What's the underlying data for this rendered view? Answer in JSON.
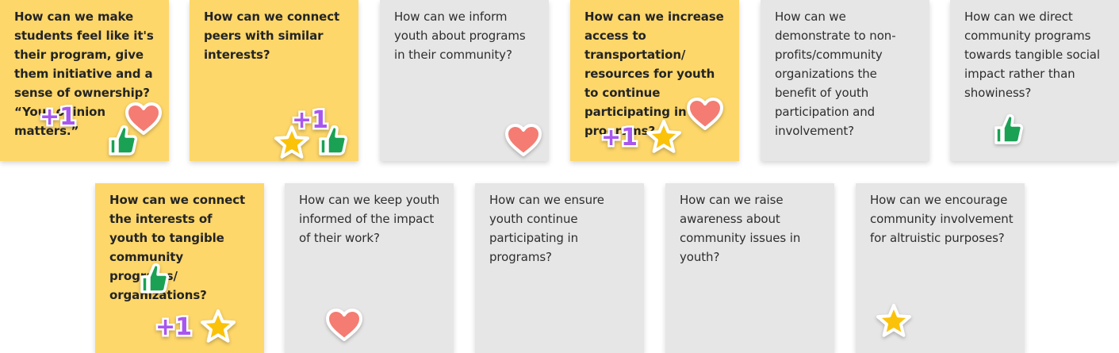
{
  "colors": {
    "yellow_note": "#fdd76a",
    "gray_note": "#e6e6e6",
    "heart": "#f47c72",
    "star": "#fbc20a",
    "thumbs": "#1aa154",
    "plus_one": "#a857ee"
  },
  "stickers": {
    "heart": "heart-icon",
    "star": "star-icon",
    "thumbs": "thumbs-up-icon",
    "plus_one": "plus-one-icon",
    "plus_one_label": "+1"
  },
  "notes": [
    {
      "id": "make-students-feel",
      "color": "yellow",
      "text": "How can we make students feel like it's their program, give them initiative and a sense of ownership? “Your opinion matters.”"
    },
    {
      "id": "connect-peers",
      "color": "yellow",
      "text": "How can we connect peers with similar interests?"
    },
    {
      "id": "inform-youth",
      "color": "gray",
      "text": "How can we inform youth about programs in their community?"
    },
    {
      "id": "increase-transportation",
      "color": "yellow",
      "text": "How can we increase access to transportation/ resources for youth to continue participating in programs?"
    },
    {
      "id": "demonstrate-benefit",
      "color": "gray",
      "text": "How can we demonstrate to non-profits/community organizations the benefit of youth participation and involvement?"
    },
    {
      "id": "direct-programs",
      "color": "gray",
      "text": "How can we direct community programs towards tangible social impact rather than showiness?"
    },
    {
      "id": "connect-interests",
      "color": "yellow",
      "text": "How can we connect the interests of youth to tangible community programs/ organizations?"
    },
    {
      "id": "keep-informed",
      "color": "gray",
      "text": "How can we keep youth informed of the impact of their work?"
    },
    {
      "id": "ensure-continue",
      "color": "gray",
      "text": "How can we ensure youth continue participating in programs?"
    },
    {
      "id": "raise-awareness",
      "color": "gray",
      "text": "How can we raise awareness about community issues in youth?"
    },
    {
      "id": "encourage-involvement",
      "color": "gray",
      "text": "How can we encourage community involvement for altruistic purposes?"
    }
  ]
}
